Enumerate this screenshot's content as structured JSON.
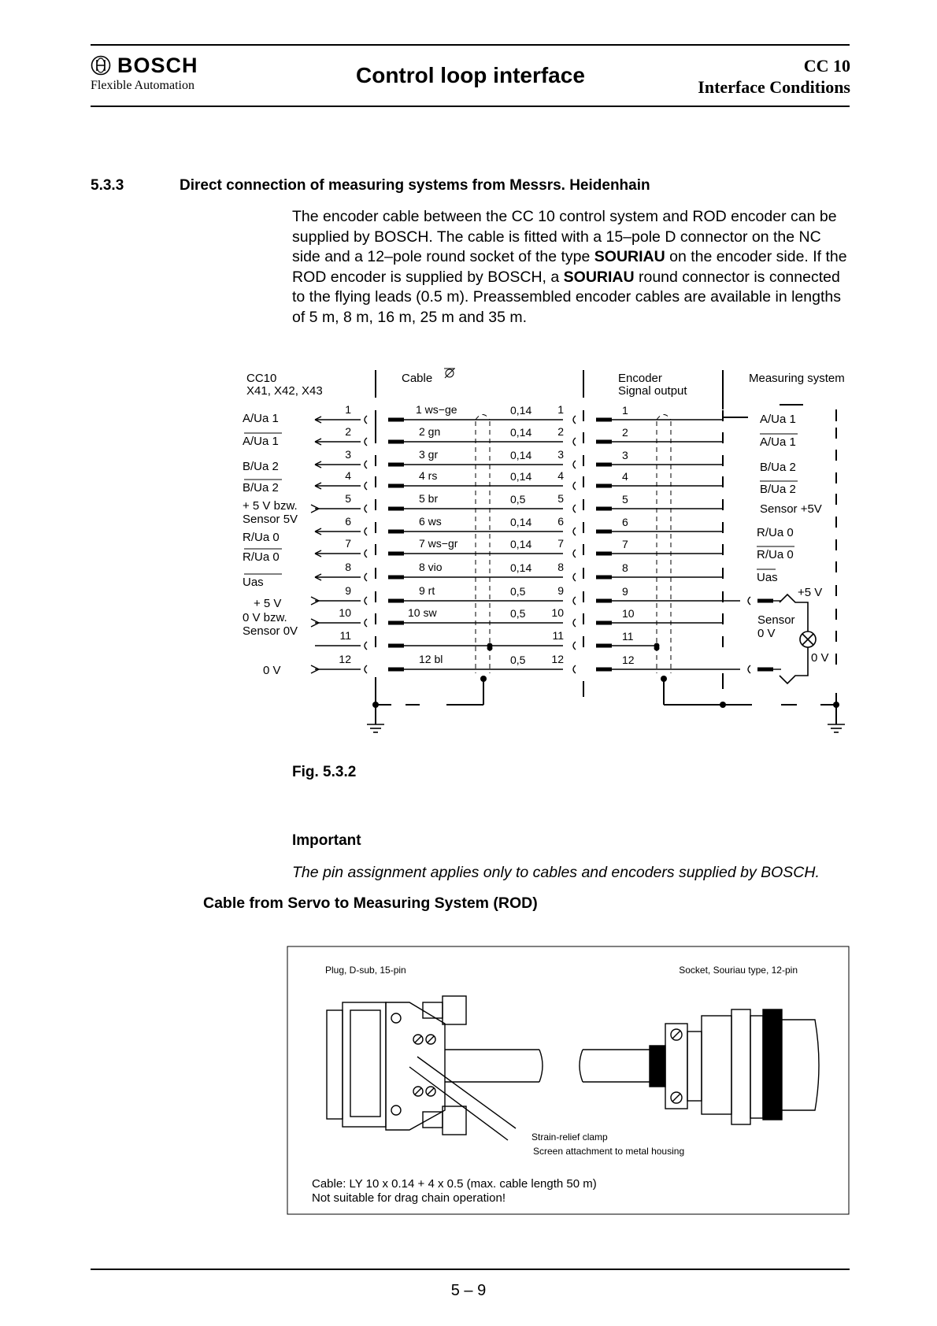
{
  "header": {
    "brand": "BOSCH",
    "brand_sub": "Flexible Automation",
    "title": "Control loop interface",
    "doc_code": "CC 10",
    "doc_subtitle": "Interface Conditions"
  },
  "section": {
    "number": "5.3.3",
    "title": "Direct connection of measuring systems from Messrs. Heidenhain"
  },
  "intro": {
    "p1": "The encoder cable between the CC 10 control system and ROD encoder can be supplied by BOSCH. The cable is fitted with a 15–pole D connector on the NC side and a 12–pole round socket of the type ",
    "souriau1": "SOURIAU",
    "p2": " on the encoder side. If the ROD encoder is supplied by BOSCH, a ",
    "souriau2": "SOURIAU",
    "p3": " round connector is connected to the flying leads (0.5 m). Preassembled encoder cables are available in lengths of 5 m, 8 m, 16 m, 25 m and 35 m."
  },
  "wiring": {
    "cc10_title": "CC10",
    "cc10_ports": "X41, X42, X43",
    "cable_title": "Cable",
    "encoder_title": "Encoder",
    "encoder_sub": "Signal output",
    "measuring_title": "Measuring system",
    "left_signals": [
      "A/Ua 1",
      "A/Ua 1",
      "B/Ua 2",
      "B/Ua 2",
      "+ 5 V bzw.",
      "Sensor 5V",
      "R/Ua 0",
      "R/Ua 0",
      "Uas",
      "+ 5 V",
      "0 V bzw.",
      "Sensor 0V",
      "0 V"
    ],
    "pins": [
      "1",
      "2",
      "3",
      "4",
      "5",
      "6",
      "7",
      "8",
      "9",
      "10",
      "11",
      "12"
    ],
    "wires": [
      "1 ws−ge",
      "2 gn",
      "3 gr",
      "4 rs",
      "5 br",
      "6 ws",
      "7 ws−gr",
      "8 vio",
      "9 rt",
      "10 sw",
      "12 bl"
    ],
    "sections": [
      "0,14",
      "0,14",
      "0,14",
      "0,14",
      "0,5",
      "0,14",
      "0,14",
      "0,14",
      "0,5",
      "0,5",
      "0,5"
    ],
    "right_signals": [
      "A/Ua 1",
      "A/Ua 1",
      "B/Ua 2",
      "B/Ua 2",
      "Sensor +5V",
      "R/Ua 0",
      "R/Ua 0",
      "Uas",
      "+5 V",
      "Sensor",
      "0 V",
      "0 V"
    ]
  },
  "figure": {
    "caption": "Fig. 5.3.2"
  },
  "important": {
    "heading": "Important",
    "text": "The pin assignment applies only to cables and encoders supplied by BOSCH."
  },
  "cable_section": {
    "heading": "Cable from Servo to Measuring System (ROD)",
    "plug_label": "Plug, D-sub, 15-pin",
    "socket_label": "Socket, Souriau type, 12-pin",
    "clamp_label": "Strain-relief clamp",
    "screen_label": "Screen attachment to metal housing",
    "spec1": "Cable: LY 10 x 0.14 + 4 x 0.5 (max. cable length 50 m)",
    "spec2": "Not suitable for drag chain operation!"
  },
  "footer": {
    "page": "5 – 9"
  }
}
